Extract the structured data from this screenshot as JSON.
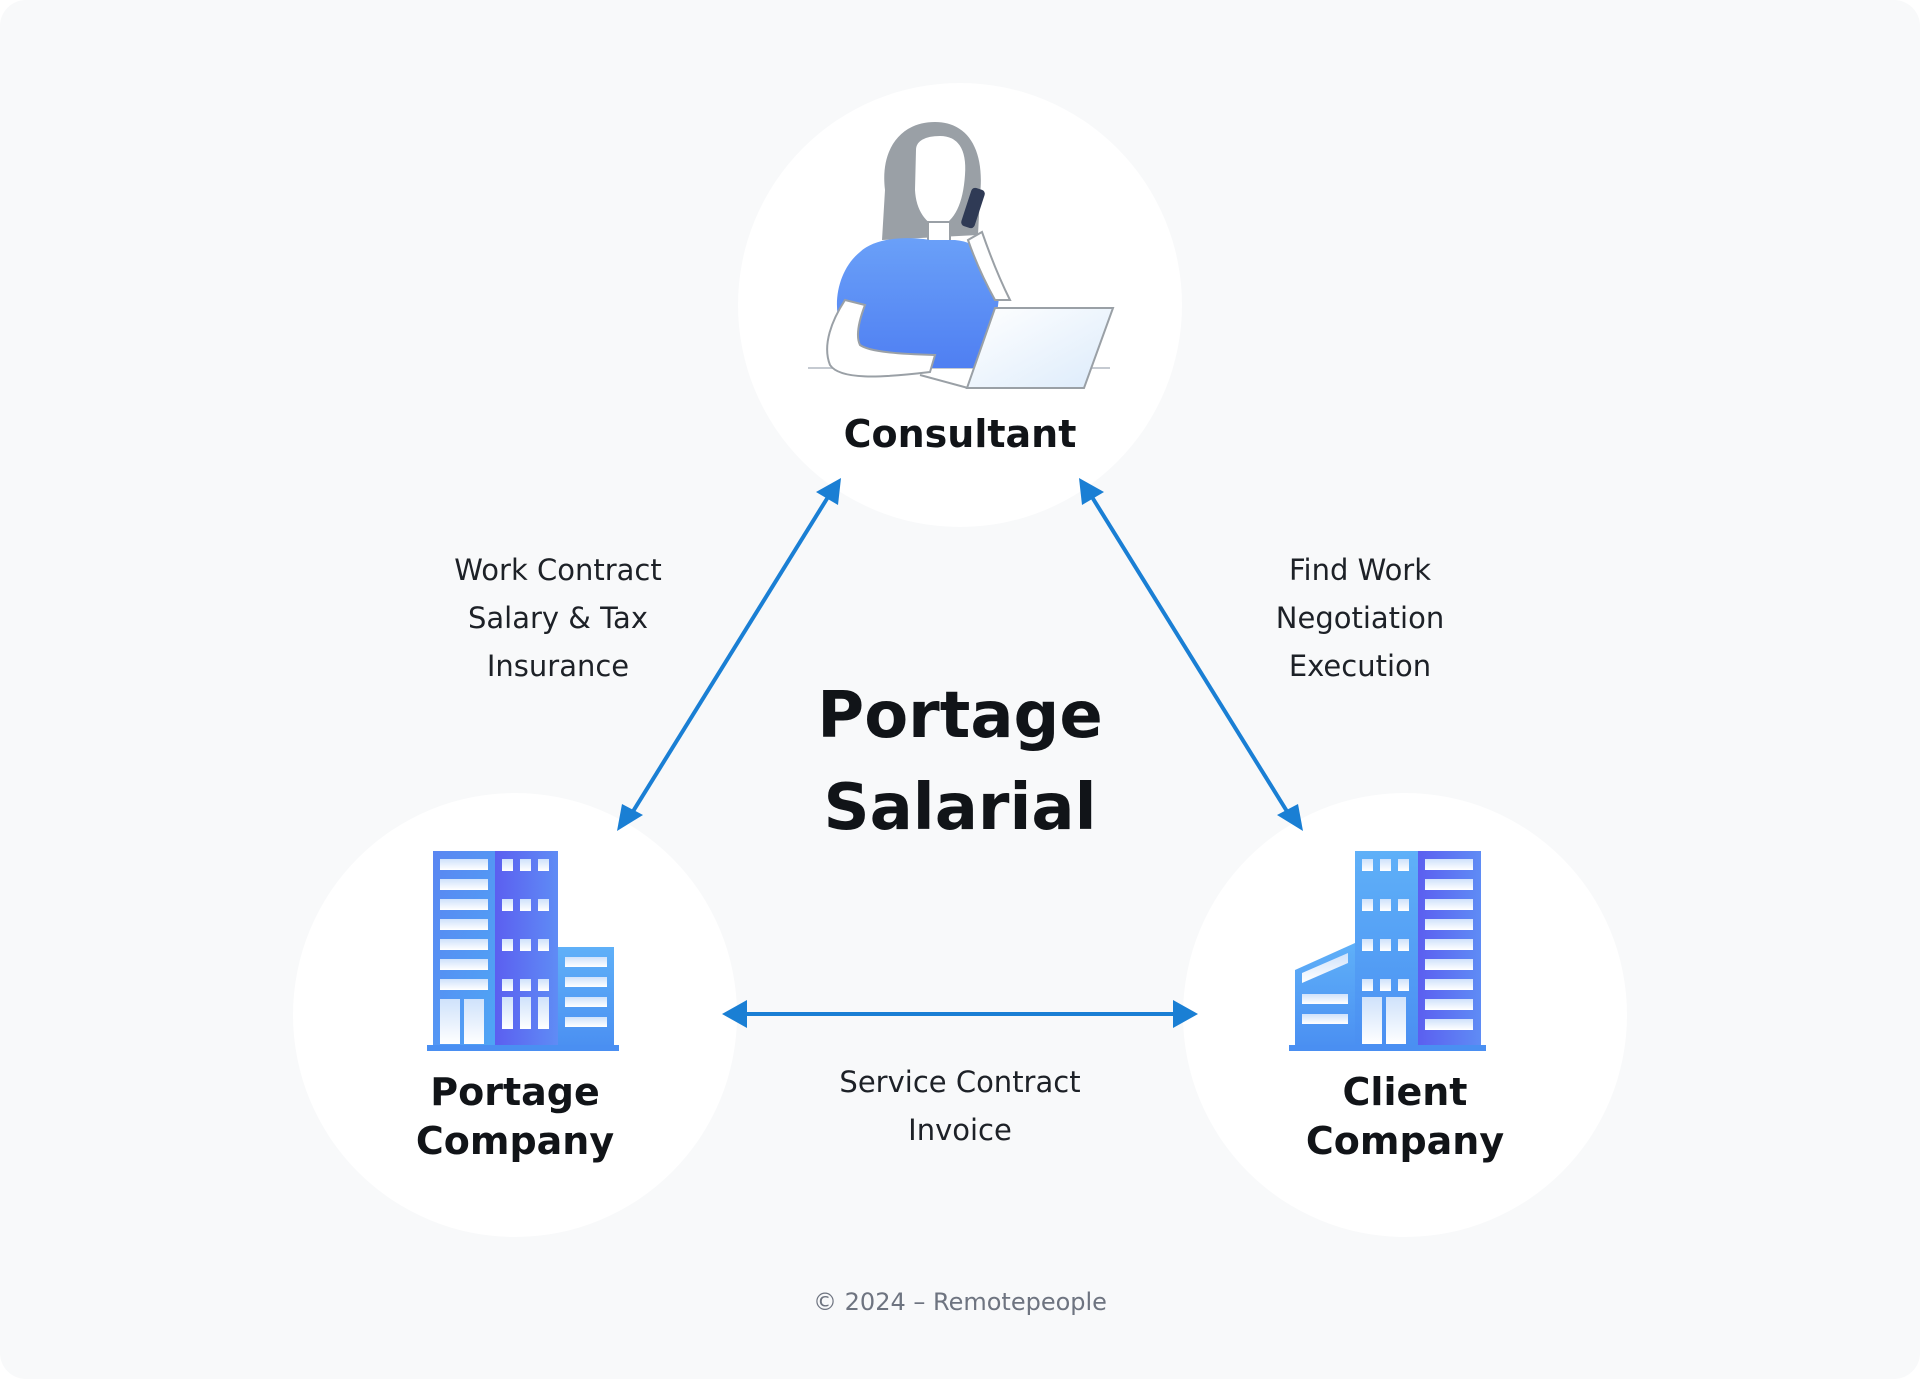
{
  "nodes": {
    "consultant": {
      "label": "Consultant"
    },
    "portage_company": {
      "line1": "Portage",
      "line2": "Company"
    },
    "client_company": {
      "line1": "Client",
      "line2": "Company"
    }
  },
  "center_title": {
    "line1": "Portage",
    "line2": "Salarial"
  },
  "relations": {
    "consultant_portage": [
      "Work Contract",
      "Salary & Tax",
      "Insurance"
    ],
    "consultant_client": [
      "Find Work",
      "Negotiation",
      "Execution"
    ],
    "portage_client": [
      "Service Contract",
      "Invoice"
    ]
  },
  "footer": "© 2024 – Remotepeople",
  "colors": {
    "background": "#f8f9fa",
    "node_circle": "#ffffff",
    "arrow": "#1a7fd4",
    "text": "#111418",
    "building_primary": "#4f8df5",
    "building_secondary": "#6a6ff0",
    "person_shirt": "#5a8ff7",
    "person_hair": "#9aa0a6"
  },
  "icons": {
    "consultant": "person-on-phone-with-laptop-icon",
    "portage_company": "office-building-icon",
    "client_company": "office-building-icon"
  }
}
